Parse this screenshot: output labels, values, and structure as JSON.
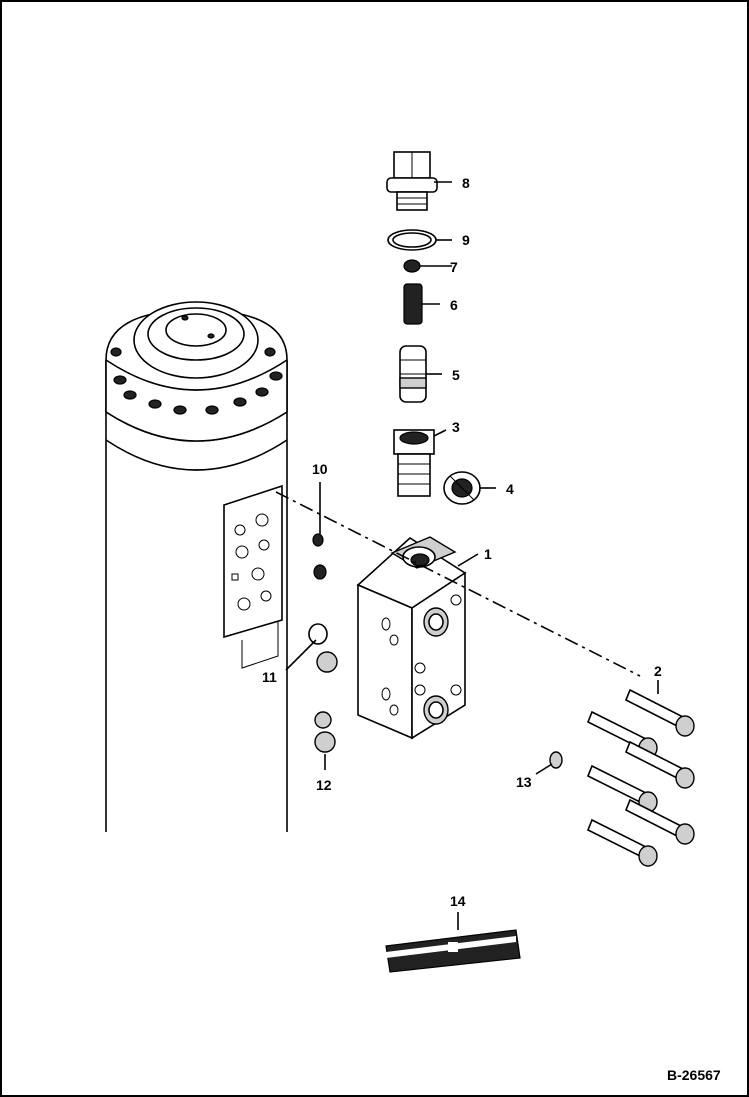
{
  "figure_ref": "B-26567",
  "callouts": [
    {
      "id": "1",
      "label": "1"
    },
    {
      "id": "2",
      "label": "2"
    },
    {
      "id": "3",
      "label": "3"
    },
    {
      "id": "4",
      "label": "4"
    },
    {
      "id": "5",
      "label": "5"
    },
    {
      "id": "6",
      "label": "6"
    },
    {
      "id": "7",
      "label": "7"
    },
    {
      "id": "8",
      "label": "8"
    },
    {
      "id": "9",
      "label": "9"
    },
    {
      "id": "10",
      "label": "10"
    },
    {
      "id": "11",
      "label": "11"
    },
    {
      "id": "12",
      "label": "12"
    },
    {
      "id": "13",
      "label": "13"
    },
    {
      "id": "14",
      "label": "14"
    }
  ]
}
